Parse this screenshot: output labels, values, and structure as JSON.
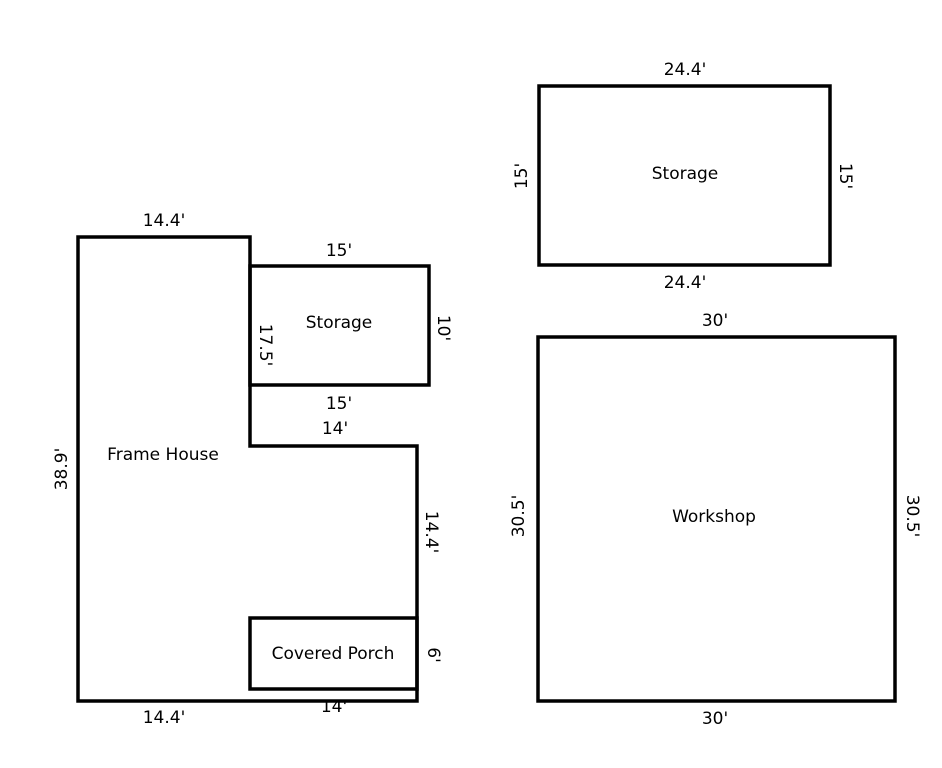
{
  "frame_house": {
    "label": "Frame House",
    "dim_top": "14.4'",
    "dim_left": "38.9'",
    "dim_bottom": "14.4'",
    "dim_notch_top": "14'",
    "dim_notch_right": "14.4'"
  },
  "attached_storage": {
    "label": "Storage",
    "dim_top": "15'",
    "dim_bottom": "15'",
    "dim_left": "17.5'",
    "dim_right": "10'"
  },
  "covered_porch": {
    "label": "Covered Porch",
    "dim_right": "6'",
    "dim_bottom": "14'"
  },
  "detached_storage": {
    "label": "Storage",
    "dim_top": "24.4'",
    "dim_bottom": "24.4'",
    "dim_left": "15'",
    "dim_right": "15'"
  },
  "workshop": {
    "label": "Workshop",
    "dim_top": "30'",
    "dim_bottom": "30'",
    "dim_left": "30.5'",
    "dim_right": "30.5'"
  }
}
